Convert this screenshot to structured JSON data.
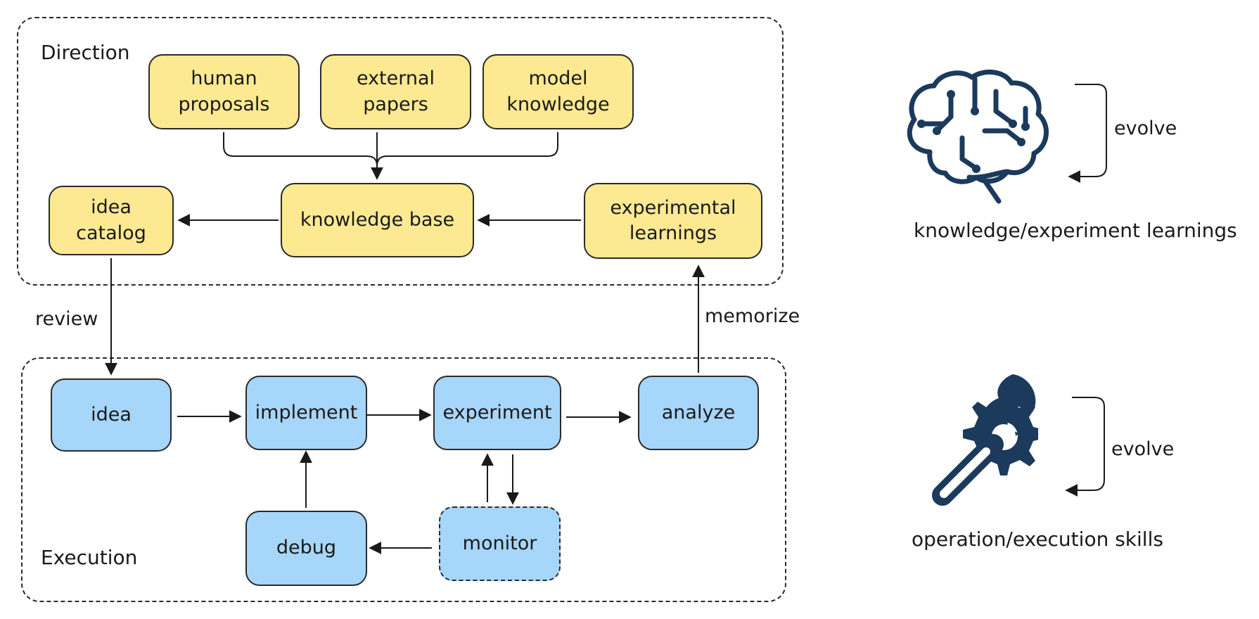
{
  "groups": {
    "direction": "Direction",
    "execution": "Execution"
  },
  "nodes": {
    "human_proposals": "human\nproposals",
    "external_papers": "external\npapers",
    "model_knowledge": "model\nknowledge",
    "idea_catalog": "idea\ncatalog",
    "knowledge_base": "knowledge base",
    "experimental_learnings": "experimental\nlearnings",
    "idea": "idea",
    "implement": "implement",
    "experiment": "experiment",
    "analyze": "analyze",
    "debug": "debug",
    "monitor": "monitor"
  },
  "edge_labels": {
    "review": "review",
    "memorize": "memorize"
  },
  "legend": {
    "brain": {
      "icon": "brain-icon",
      "evolve": "evolve",
      "caption": "knowledge/experiment learnings"
    },
    "tools": {
      "icon": "wrench-gear-icon",
      "evolve": "evolve",
      "caption": "operation/execution skills"
    }
  },
  "colors": {
    "direction_node": "#fde992",
    "execution_node": "#a7d6fb",
    "icon": "#1b3a5c",
    "line": "#1a1a1a"
  }
}
